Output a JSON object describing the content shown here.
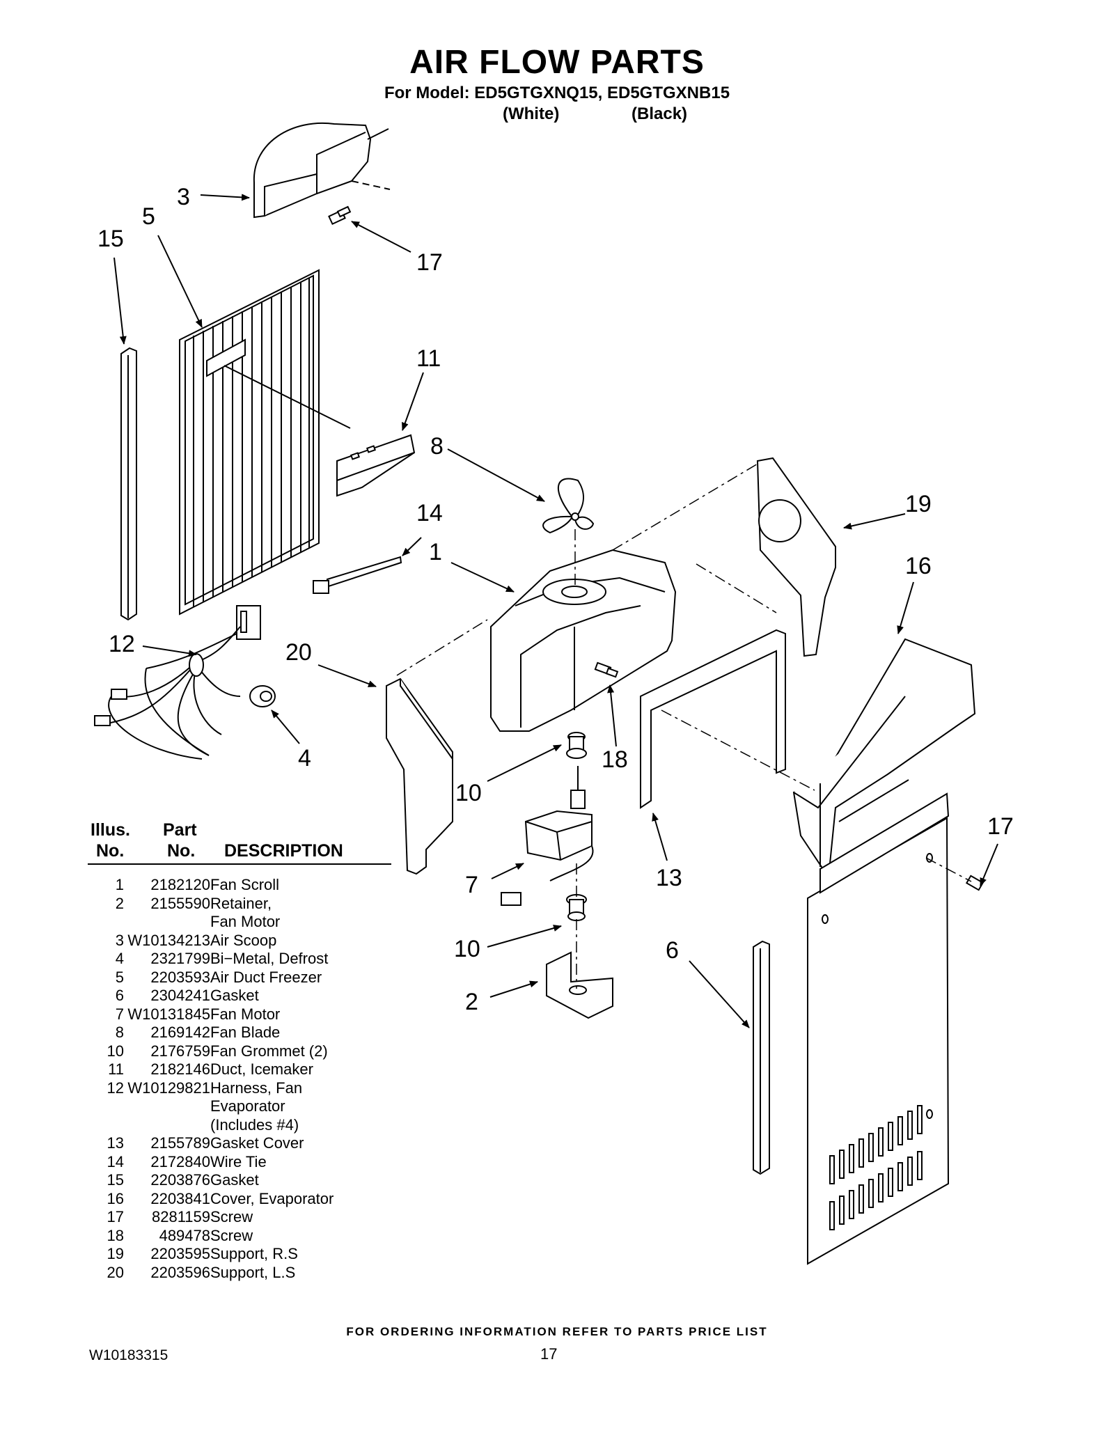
{
  "title": "AIR FLOW PARTS",
  "model_line": "For Model: ED5GTGXNQ15, ED5GTGXNB15",
  "variants": [
    "(White)",
    "(Black)"
  ],
  "table": {
    "header_illus": [
      "Illus.",
      "No."
    ],
    "header_part": [
      "Part",
      "No."
    ],
    "header_desc": "DESCRIPTION",
    "rows": [
      {
        "illus": "1",
        "part": "2182120",
        "desc": [
          "Fan Scroll"
        ]
      },
      {
        "illus": "2",
        "part": "2155590",
        "desc": [
          "Retainer,",
          "Fan Motor"
        ]
      },
      {
        "illus": "3",
        "part": "W10134213",
        "desc": [
          "Air Scoop"
        ]
      },
      {
        "illus": "4",
        "part": "2321799",
        "desc": [
          "Bi−Metal, Defrost"
        ]
      },
      {
        "illus": "5",
        "part": "2203593",
        "desc": [
          "Air Duct Freezer"
        ]
      },
      {
        "illus": "6",
        "part": "2304241",
        "desc": [
          "Gasket"
        ]
      },
      {
        "illus": "7",
        "part": "W10131845",
        "desc": [
          "Fan Motor"
        ]
      },
      {
        "illus": "8",
        "part": "2169142",
        "desc": [
          "Fan Blade"
        ]
      },
      {
        "illus": "10",
        "part": "2176759",
        "desc": [
          "Fan Grommet (2)"
        ]
      },
      {
        "illus": "11",
        "part": "2182146",
        "desc": [
          "Duct, Icemaker"
        ]
      },
      {
        "illus": "12",
        "part": "W10129821",
        "desc": [
          "Harness, Fan",
          "Evaporator",
          "(Includes #4)"
        ]
      },
      {
        "illus": "13",
        "part": "2155789",
        "desc": [
          "Gasket Cover"
        ]
      },
      {
        "illus": "14",
        "part": "2172840",
        "desc": [
          "Wire Tie"
        ]
      },
      {
        "illus": "15",
        "part": "2203876",
        "desc": [
          "Gasket"
        ]
      },
      {
        "illus": "16",
        "part": "2203841",
        "desc": [
          "Cover, Evaporator"
        ]
      },
      {
        "illus": "17",
        "part": "8281159",
        "desc": [
          "Screw"
        ]
      },
      {
        "illus": "18",
        "part": "489478",
        "desc": [
          "Screw"
        ]
      },
      {
        "illus": "19",
        "part": "2203595",
        "desc": [
          "Support, R.S"
        ]
      },
      {
        "illus": "20",
        "part": "2203596",
        "desc": [
          "Support, L.S"
        ]
      }
    ]
  },
  "callouts": [
    "3",
    "5",
    "15",
    "17",
    "11",
    "8",
    "19",
    "14",
    "1",
    "16",
    "12",
    "20",
    "4",
    "18",
    "10",
    "17",
    "7",
    "13",
    "10",
    "6",
    "2"
  ],
  "footer_note": "FOR ORDERING INFORMATION REFER TO PARTS PRICE LIST",
  "doc_number": "W10183315",
  "page_number": "17"
}
